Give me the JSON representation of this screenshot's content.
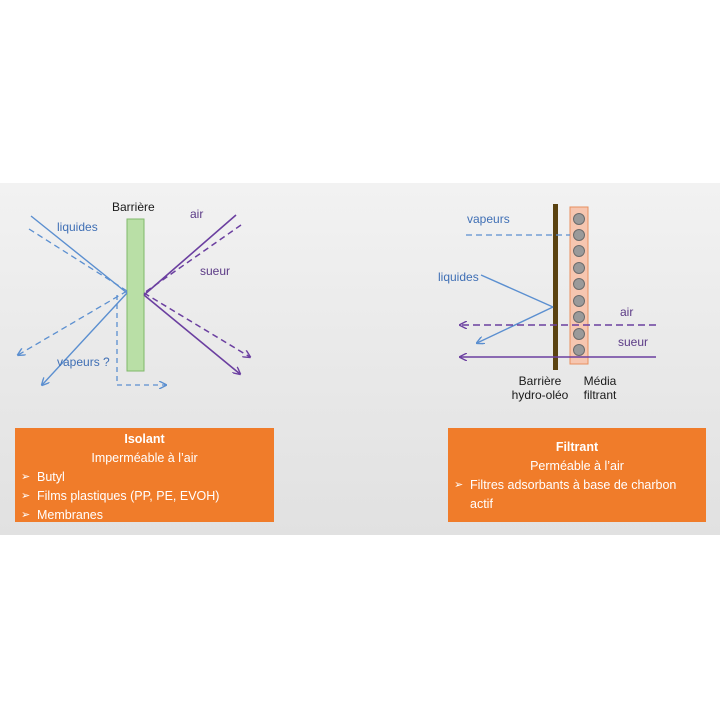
{
  "left_diagram": {
    "barrier_label": "Barrière",
    "liquides_label": "liquides",
    "air_label": "air",
    "sueur_label": "sueur",
    "vapeurs_label": "vapeurs ?"
  },
  "right_diagram": {
    "vapeurs_label": "vapeurs",
    "liquides_label": "liquides",
    "air_label": "air",
    "sueur_label": "sueur",
    "barrier_label_line1": "Barrière",
    "barrier_label_line2": "hydro-oléo",
    "media_label_line1": "Média",
    "media_label_line2": "filtrant"
  },
  "isolant_box": {
    "title": "Isolant",
    "subtitle": "Imperméable à l’air",
    "items": [
      "Butyl",
      "Films plastiques (PP, PE, EVOH)",
      "Membranes"
    ]
  },
  "filtrant_box": {
    "title": "Filtrant",
    "subtitle": "Perméable à l’air",
    "items": [
      "Filtres adsorbants à base de charbon actif"
    ]
  },
  "colors": {
    "liquid_blue": "#5b8fd0",
    "air_purple": "#6b3fa0",
    "barrier_green": "#b9dfa6",
    "barrier_brown": "#5a4210",
    "media_pink": "#f6c6b0",
    "box_orange": "#f07c2a",
    "bead_grey": "#9a9a9a"
  },
  "icons": {
    "bullet": "arrowhead-bullet-icon"
  }
}
